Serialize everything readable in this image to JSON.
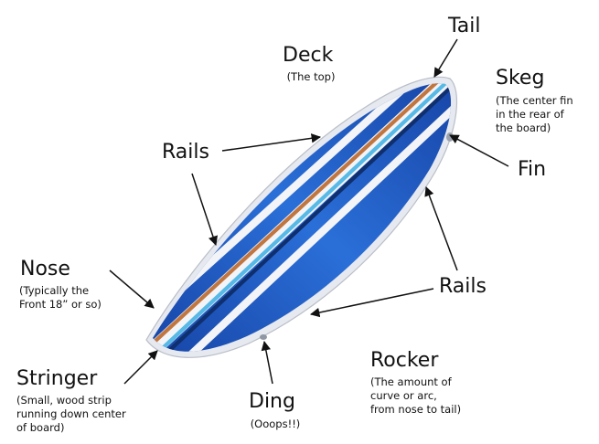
{
  "labels": {
    "deck": {
      "title": "Deck",
      "sub": "(The top)"
    },
    "tail": {
      "title": "Tail"
    },
    "skeg": {
      "title": "Skeg",
      "sub": "(The center fin\nin the rear of\nthe board)"
    },
    "fin": {
      "title": "Fin"
    },
    "rails_top": {
      "title": "Rails"
    },
    "rails_bottom": {
      "title": "Rails"
    },
    "nose": {
      "title": "Nose",
      "sub": "(Typically the\nFront 18” or so)"
    },
    "stringer": {
      "title": "Stringer",
      "sub": "(Small, wood strip\nrunning down center\nof board)"
    },
    "ding": {
      "title": "Ding",
      "sub": "(Ooops!!)"
    },
    "rocker": {
      "title": "Rocker",
      "sub": "(The amount of\ncurve or arc,\nfrom nose to tail)"
    }
  },
  "colors": {
    "board_blue": "#1f5fc9",
    "board_blue_dark": "#1846a8",
    "board_blue_light": "#3c86e8",
    "rim": "#e6e9ef",
    "stringer_wood": "#c2763f",
    "stripe_cyan": "#56b9e6",
    "arrow": "#111111"
  }
}
